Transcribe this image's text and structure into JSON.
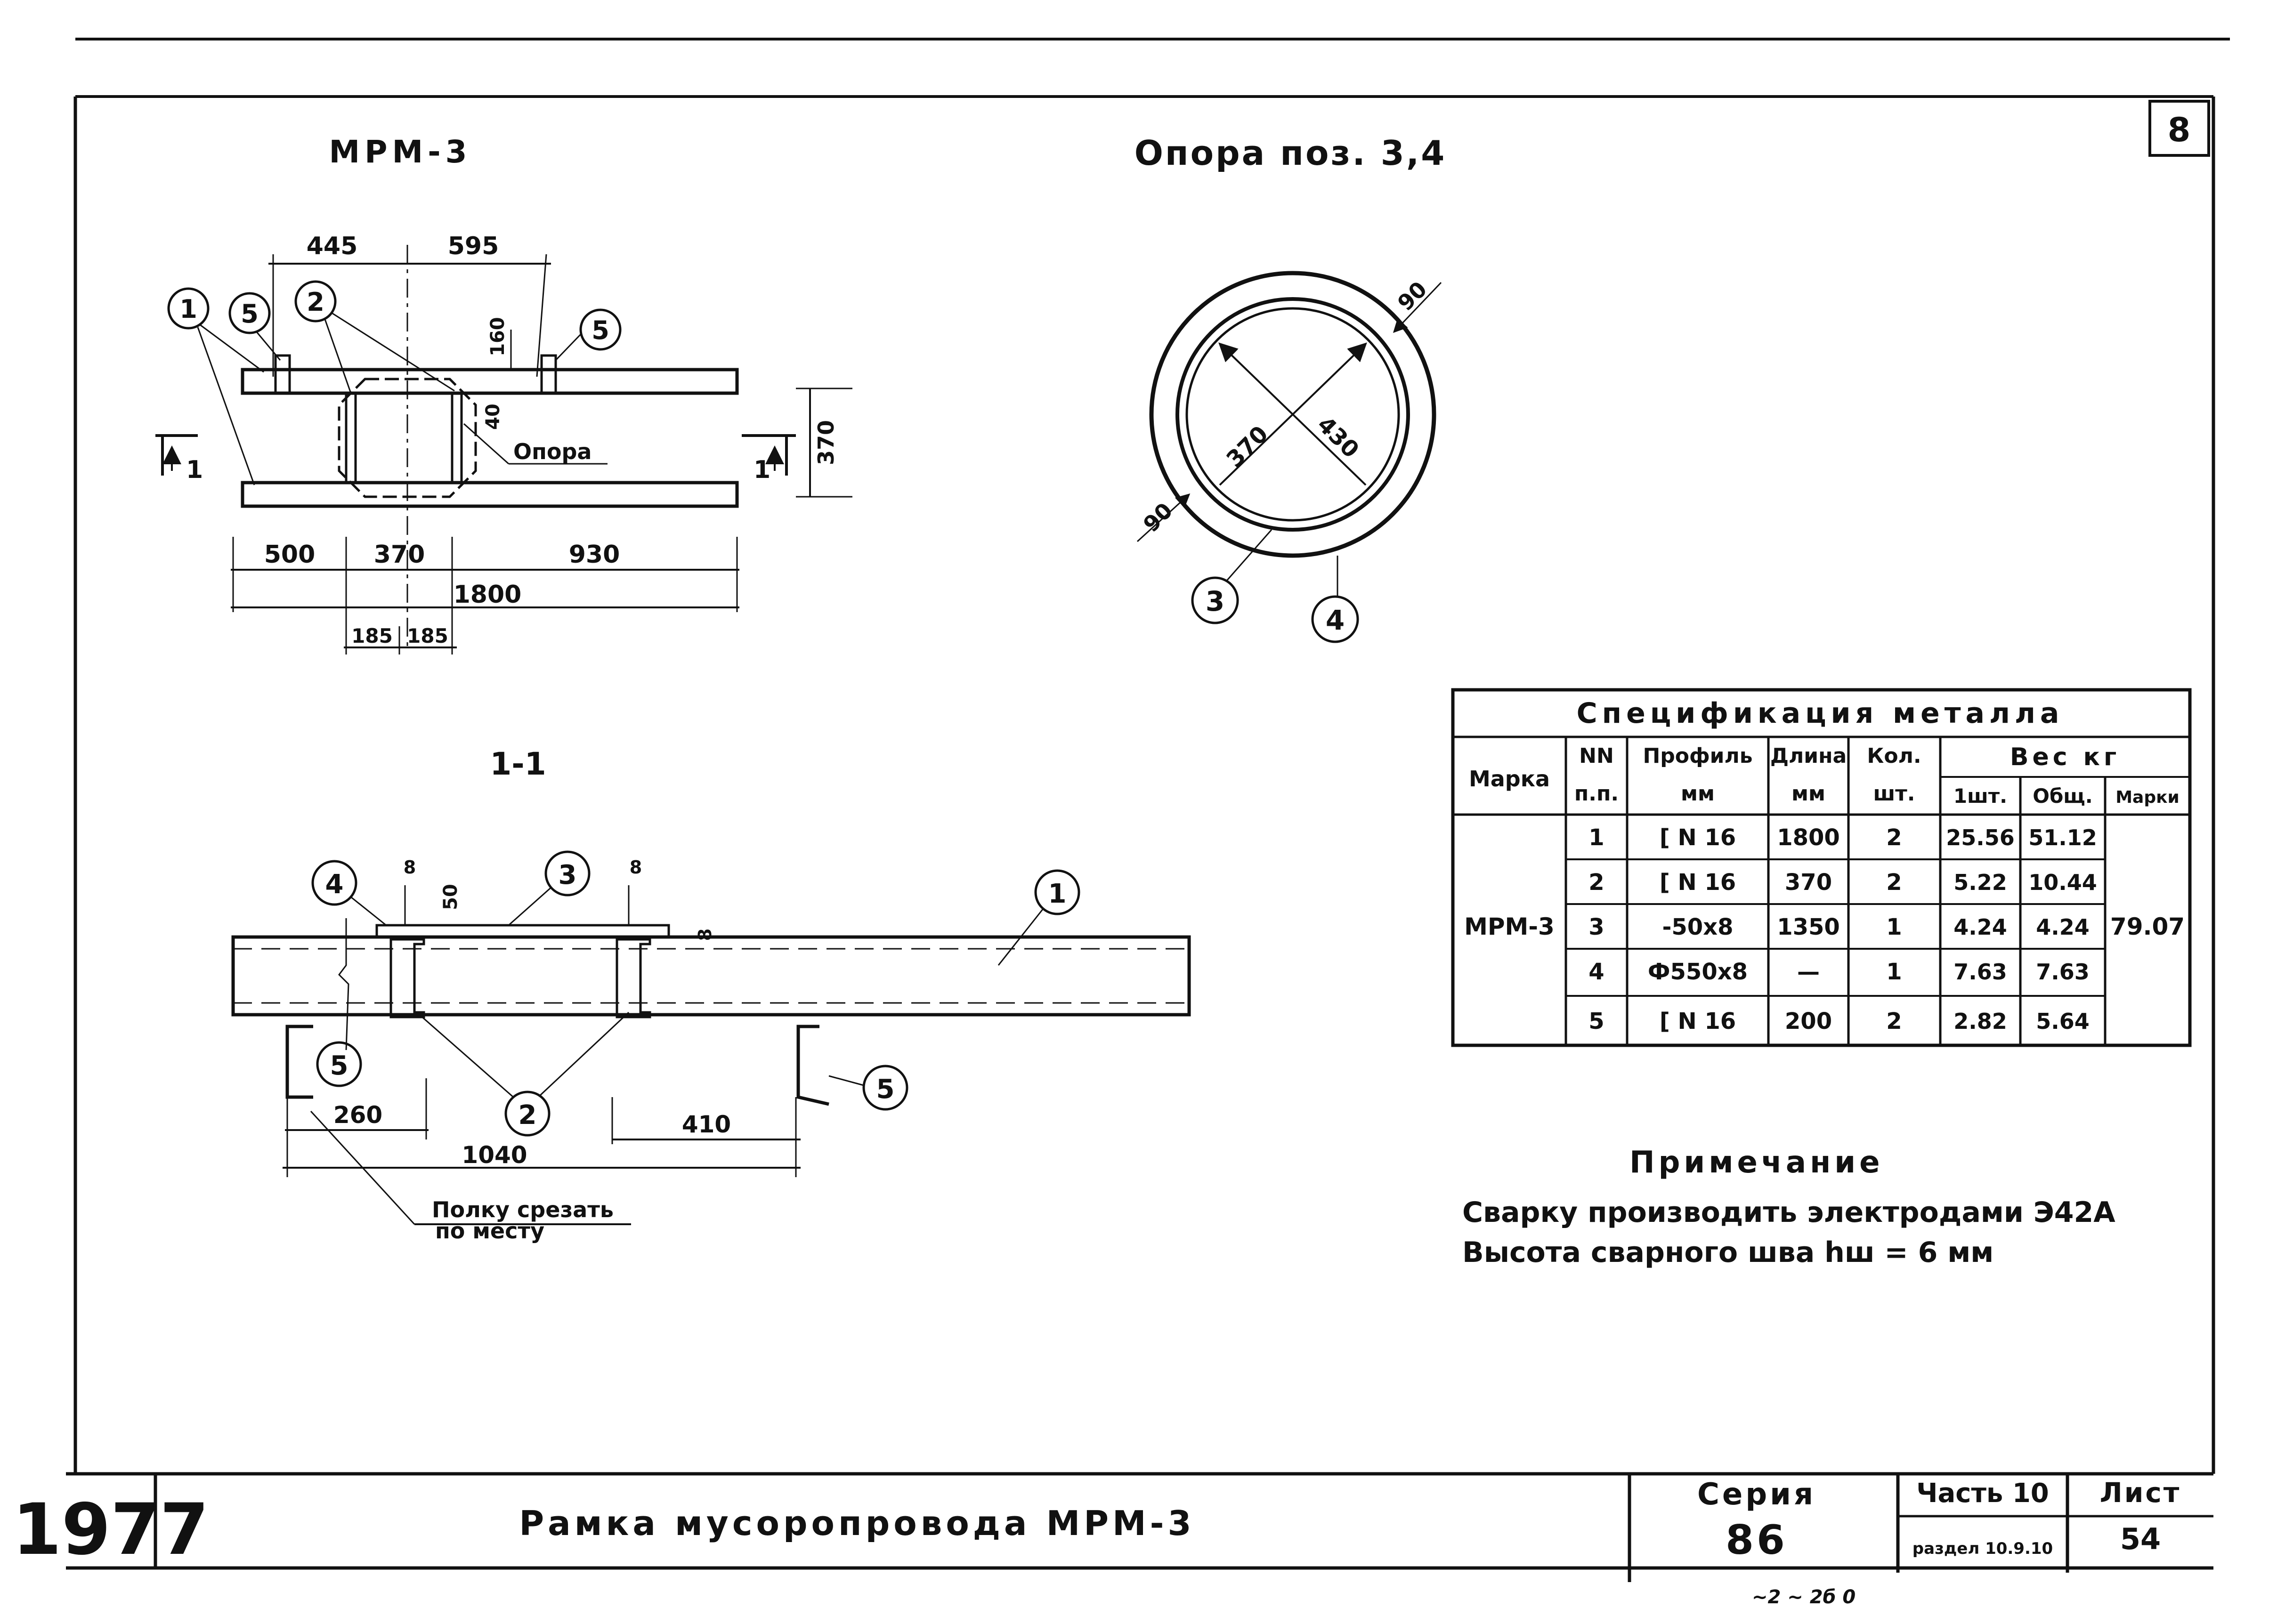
{
  "sheet": {
    "sheet_number": "8",
    "year": "1977",
    "title": "Рамка мусоропровода МРМ-3",
    "series_label": "Серия",
    "series_value": "86",
    "part_label": "Часть 10",
    "section_label": "раздел 10.9.10",
    "list_label": "Лист",
    "list_value": "54",
    "bottom_mark": "~2 ~ 2б  0"
  },
  "plan": {
    "title": "МРМ-3",
    "dims": {
      "d445": "445",
      "d595": "595",
      "d160": "160",
      "d40": "40",
      "d370v": "370",
      "d500": "500",
      "d370": "370",
      "d930": "930",
      "d1800": "1800",
      "d185a": "185",
      "d185b": "185"
    },
    "labels": {
      "opora": "Опора",
      "cut_left": "1",
      "cut_right": "1"
    },
    "callouts": {
      "c1": "1",
      "c5a": "5",
      "c2": "2",
      "c5b": "5"
    }
  },
  "support": {
    "title": "Опора поз. 3,4",
    "dims": {
      "d90a": "90",
      "d90b": "90",
      "d370": "370",
      "d430": "430"
    },
    "callouts": {
      "c3": "3",
      "c4": "4"
    }
  },
  "section": {
    "title": "1-1",
    "dims": {
      "d8a": "8",
      "d50": "50",
      "d8b": "8",
      "d8c": "8",
      "d260": "260",
      "d1040": "1040",
      "d410": "410"
    },
    "callouts": {
      "c4": "4",
      "c3": "3",
      "c1": "1",
      "c5a": "5",
      "c2": "2",
      "c5b": "5"
    },
    "note_line1": "Полку срезать",
    "note_line2": "по месту"
  },
  "spec": {
    "title": "Спецификация металла",
    "headers": {
      "mark": "Марка",
      "nn1": "NN",
      "nn2": "п.п.",
      "profile1": "Профиль",
      "profile2": "мм",
      "length1": "Длина",
      "length2": "мм",
      "qty1": "Кол.",
      "qty2": "шт.",
      "weight": "Вес   кг",
      "w1": "1шт.",
      "wtotal": "Общ.",
      "wmark": "Марки"
    },
    "mark_value": "МРМ-3",
    "mark_weight": "79.07",
    "rows": [
      {
        "n": "1",
        "profile": "[ N 16",
        "length": "1800",
        "qty": "2",
        "w1": "25.56",
        "wt": "51.12"
      },
      {
        "n": "2",
        "profile": "[ N 16",
        "length": "370",
        "qty": "2",
        "w1": "5.22",
        "wt": "10.44"
      },
      {
        "n": "3",
        "profile": "-50x8",
        "length": "1350",
        "qty": "1",
        "w1": "4.24",
        "wt": "4.24"
      },
      {
        "n": "4",
        "profile": "Ф550x8",
        "length": "—",
        "qty": "1",
        "w1": "7.63",
        "wt": "7.63"
      },
      {
        "n": "5",
        "profile": "[ N 16",
        "length": "200",
        "qty": "2",
        "w1": "2.82",
        "wt": "5.64"
      }
    ]
  },
  "note": {
    "title": "Примечание",
    "line1": "Сварку производить электродами Э42А",
    "line2": "Высота сварного шва  hш = 6 мм"
  }
}
